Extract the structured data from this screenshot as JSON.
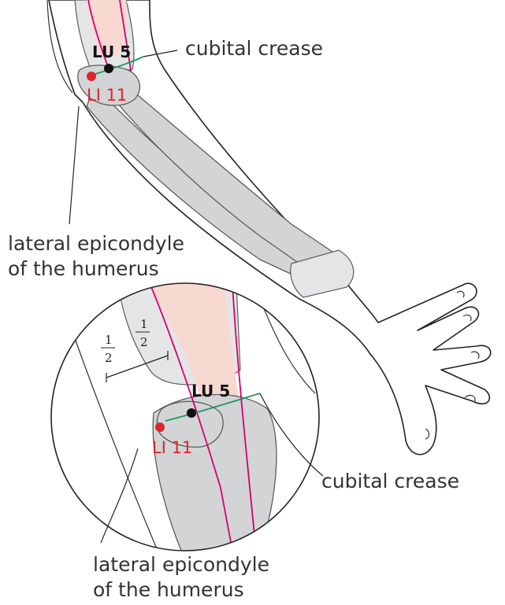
{
  "labels": {
    "point_lu5": "LU 5",
    "point_li11": "LI 11",
    "cubital_crease": "cubital crease",
    "epicondyle_line1": "lateral epicondyle",
    "epicondyle_line2": "of the humerus",
    "fraction_numerator": "1",
    "fraction_denominator": "2"
  },
  "colors": {
    "li_point": "#e0242b",
    "lu_point": "#111111",
    "crease_line": "#1e9a54",
    "tendon_line": "#d4006f",
    "bone": "#d3d4d6"
  }
}
